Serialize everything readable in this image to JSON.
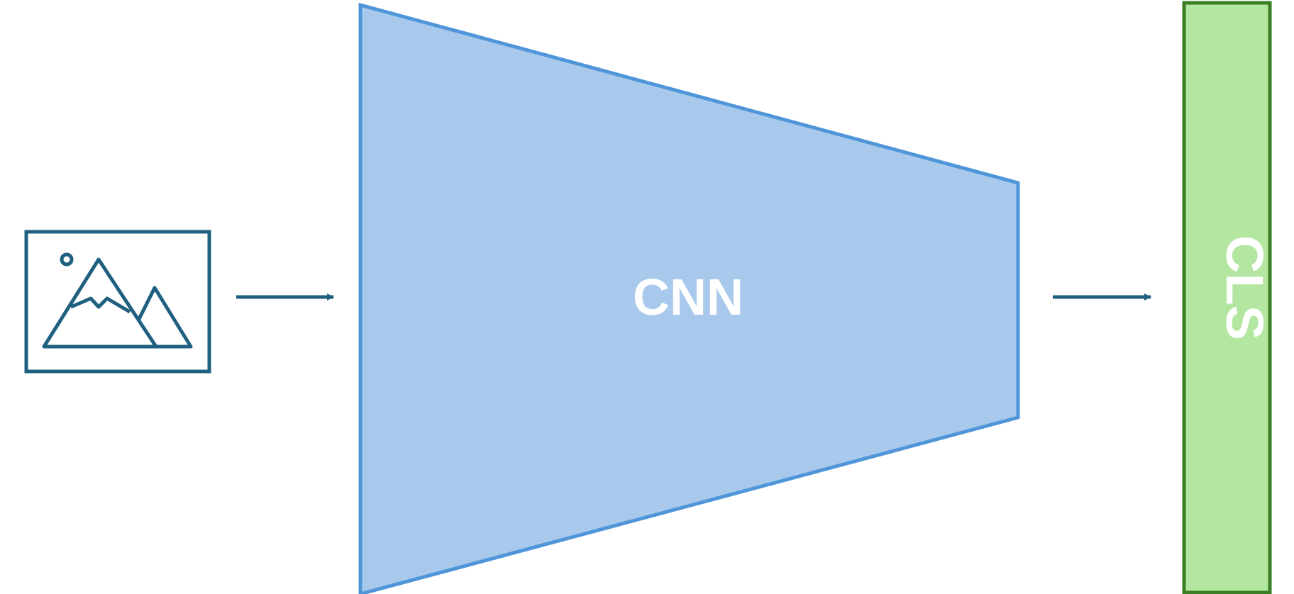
{
  "diagram": {
    "nodes": {
      "input_image": {
        "icon": "image-icon"
      },
      "cnn": {
        "label": "CNN"
      },
      "cls": {
        "label": "CLS"
      }
    },
    "edges": [
      {
        "from": "input_image",
        "to": "cnn"
      },
      {
        "from": "cnn",
        "to": "cls"
      }
    ]
  },
  "colors": {
    "icon_stroke": "#1f6080",
    "arrow": "#1f6080",
    "cnn_fill": "#a8c9ec",
    "cnn_stroke": "#4f95d9",
    "cls_fill": "#b3e6a0",
    "cls_stroke": "#3a7f24",
    "label_text": "#ffffff"
  }
}
